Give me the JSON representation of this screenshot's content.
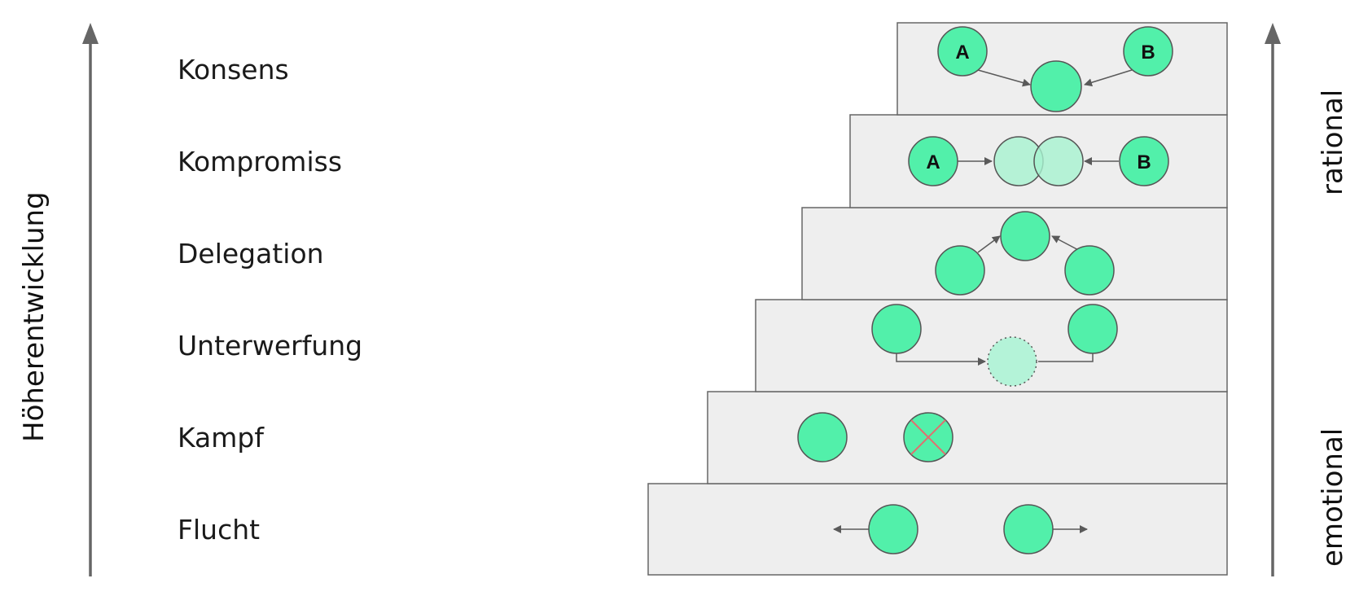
{
  "left_axis": {
    "label": "Höherentwicklung"
  },
  "right_axis": {
    "top_label": "rational",
    "bottom_label": "emotional"
  },
  "stages": [
    {
      "label": "Konsens"
    },
    {
      "label": "Kompromiss"
    },
    {
      "label": "Delegation"
    },
    {
      "label": "Unterwerfung"
    },
    {
      "label": "Kampf"
    },
    {
      "label": "Flucht"
    }
  ],
  "party_labels": {
    "a": "A",
    "b": "B"
  },
  "colors": {
    "circle_fill": "#52f0aa",
    "circle_light": "#a6f3cf",
    "circle_stroke": "#555555",
    "box_fill": "#eeeeee",
    "box_stroke": "#666666",
    "arrow": "#5a5a5a",
    "cross": "#e07070"
  }
}
